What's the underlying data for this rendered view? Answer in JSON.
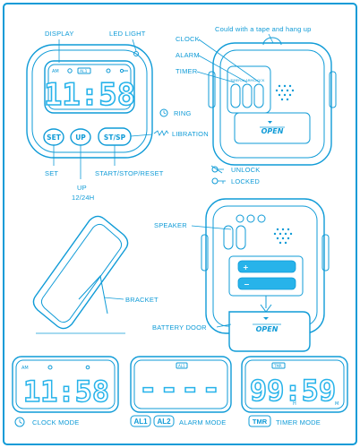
{
  "labels": {
    "display": "DISPLAY",
    "led_light": "LED LIGHT",
    "tape_note": "Could with a tape and hang up",
    "clock": "CLOCK",
    "alarm": "ALARM",
    "timer": "TIMER",
    "ring": "RING",
    "libration": "LIBRATION",
    "set": "SET",
    "up": "UP",
    "up_sub": "12/24H",
    "start_stop": "START/STOP/RESET",
    "unlock": "UNLOCK",
    "locked": "LOCKED",
    "speaker": "SPEAKER",
    "bracket": "BRACKET",
    "battery_door": "BATTERY DOOR",
    "open": "OPEN"
  },
  "buttons": {
    "set": "SET",
    "up": "UP",
    "stsp": "ST/SP"
  },
  "inner_buttons": {
    "timer": "TIMER",
    "alarm": "ALARM",
    "clock": "CLOCK"
  },
  "main_display": {
    "time": "11:58",
    "am": "AM",
    "al1": "AL1"
  },
  "modes": {
    "clock": {
      "digits": "11:58",
      "am": "AM",
      "label": "CLOCK MODE"
    },
    "alarm": {
      "digits": "----",
      "badge1": "AL1",
      "badge2": "AL2",
      "label": "ALARM MODE"
    },
    "timer": {
      "digits": "99:59",
      "tmr": "TMR",
      "label": "TIMER MODE",
      "h": "H",
      "m": "M"
    }
  },
  "colors": {
    "primary": "#0f9bd7",
    "segment": "#27b3ea"
  }
}
